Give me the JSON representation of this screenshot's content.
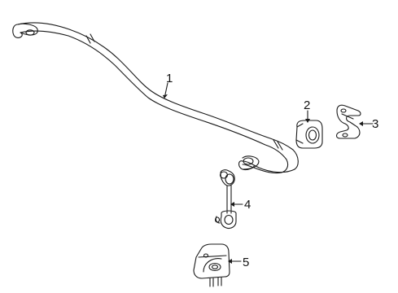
{
  "diagram": {
    "callouts": [
      {
        "id": "stabilizer-bar",
        "label": "1"
      },
      {
        "id": "bushing",
        "label": "2"
      },
      {
        "id": "clamp",
        "label": "3"
      },
      {
        "id": "stabilizer-link",
        "label": "4"
      },
      {
        "id": "bracket",
        "label": "5"
      }
    ]
  }
}
